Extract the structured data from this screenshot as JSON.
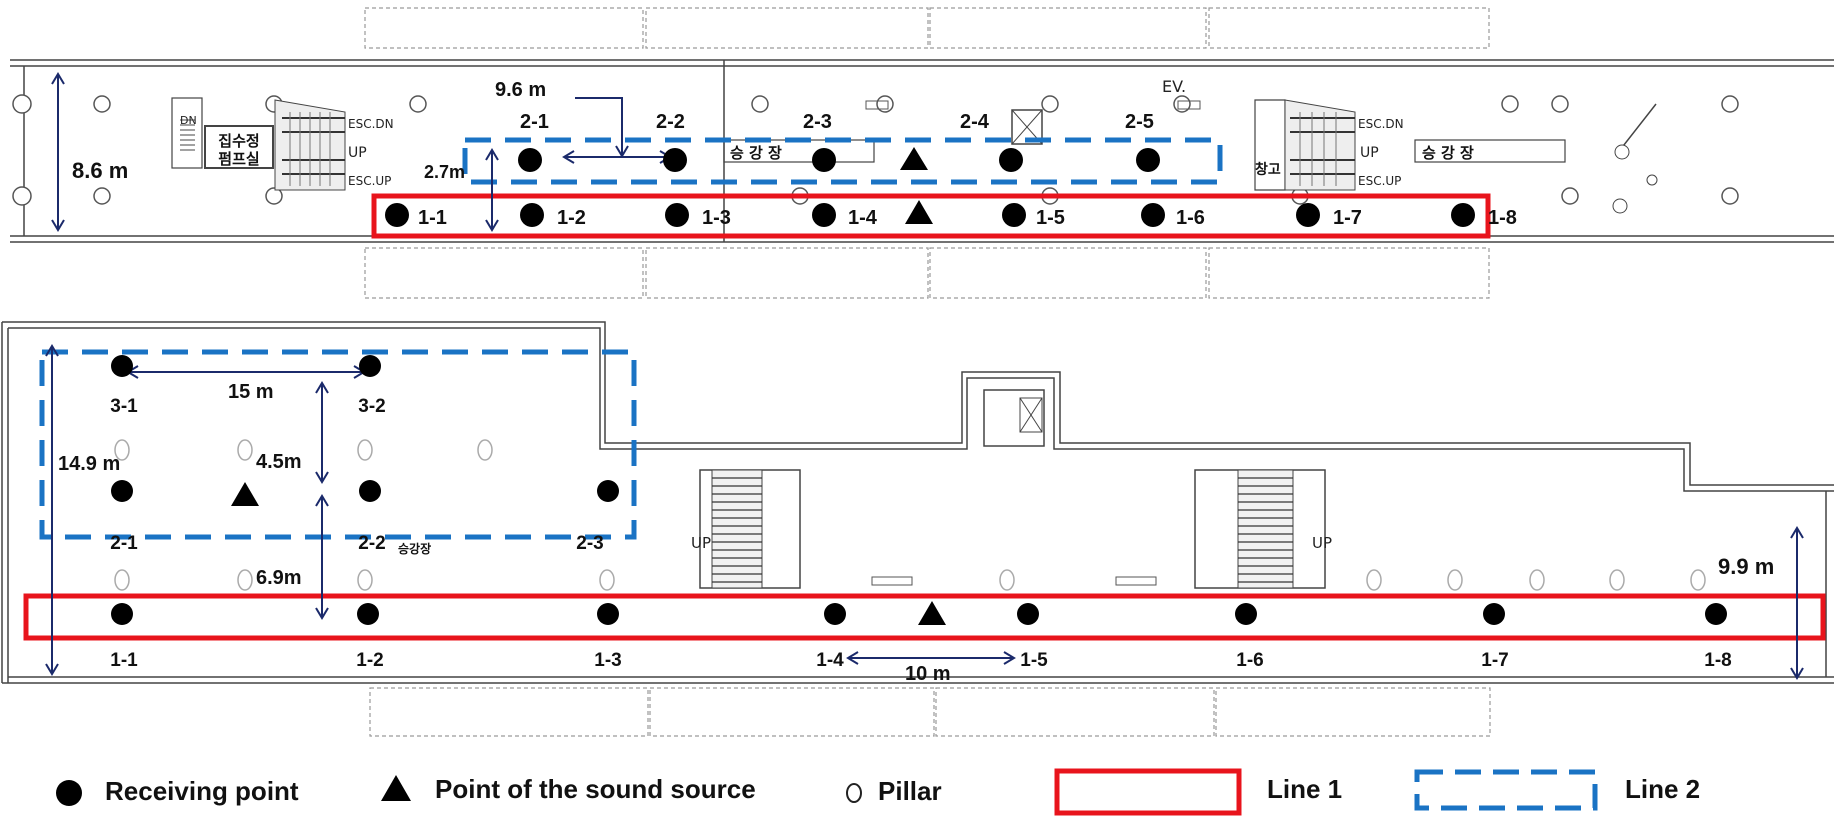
{
  "colors": {
    "line1": "#e8141c",
    "line2": "#1a73c4",
    "arrow": "#1b2a6b",
    "wall": "#333333",
    "point": "#000000"
  },
  "top_plan": {
    "dimensions": {
      "height": "8.6 m",
      "spacing": "9.6 m",
      "offset": "2.7m"
    },
    "signs": {
      "dn": "DN",
      "esc_dn": "ESC.DN",
      "esc_up": "ESC.UP",
      "up": "UP",
      "ev": "EV.",
      "room_line1": "집수정",
      "room_line2": "펌프실",
      "kr_a": "승 강 장",
      "kr_b": "승 강 장",
      "storage": "창고"
    },
    "line1_points": [
      "1-1",
      "1-2",
      "1-3",
      "1-4",
      "1-5",
      "1-6",
      "1-7",
      "1-8"
    ],
    "line2_points": [
      "2-1",
      "2-2",
      "2-3",
      "2-4",
      "2-5"
    ]
  },
  "bottom_plan": {
    "dimensions": {
      "height": "14.9 m",
      "spacing_15": "15 m",
      "spacing_45": "4.5m",
      "spacing_69": "6.9m",
      "spacing_10": "10 m",
      "width_99": "9.9 m"
    },
    "signs": {
      "up_left": "UP",
      "up_right": "UP",
      "kr_platform": "승강장"
    },
    "line3_points": [
      "3-1",
      "3-2"
    ],
    "line2_points": [
      "2-1",
      "2-2",
      "2-3"
    ],
    "line1_points": [
      "1-1",
      "1-2",
      "1-3",
      "1-4",
      "1-5",
      "1-6",
      "1-7",
      "1-8"
    ]
  },
  "legend": {
    "receiving": "Receiving point",
    "source": "Point of the sound source",
    "pillar": "Pillar",
    "line1": "Line 1",
    "line2": "Line 2"
  }
}
